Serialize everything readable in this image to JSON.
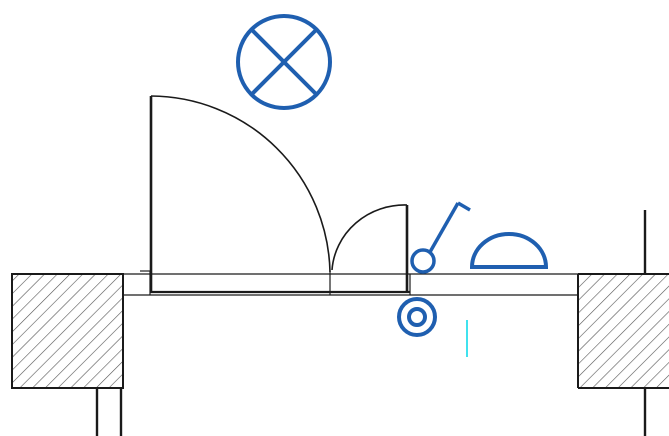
{
  "drawing": {
    "colors": {
      "background": "#ffffff",
      "linework": "#1a1a1a",
      "hatch": "#555555",
      "electrical_symbol": "#1f5fb0",
      "marker": "#00d8e8"
    },
    "symbols": [
      {
        "id": "ceiling-light",
        "icon": "circle-cross-icon"
      },
      {
        "id": "light-switch",
        "icon": "switch-icon"
      },
      {
        "id": "semicircle-fixture",
        "icon": "half-circle-icon"
      },
      {
        "id": "double-circle",
        "icon": "double-circle-icon"
      }
    ],
    "doors": [
      {
        "id": "main-door-leaf",
        "swing": "outward-left"
      },
      {
        "id": "secondary-door-leaf",
        "swing": "outward-right"
      }
    ]
  }
}
